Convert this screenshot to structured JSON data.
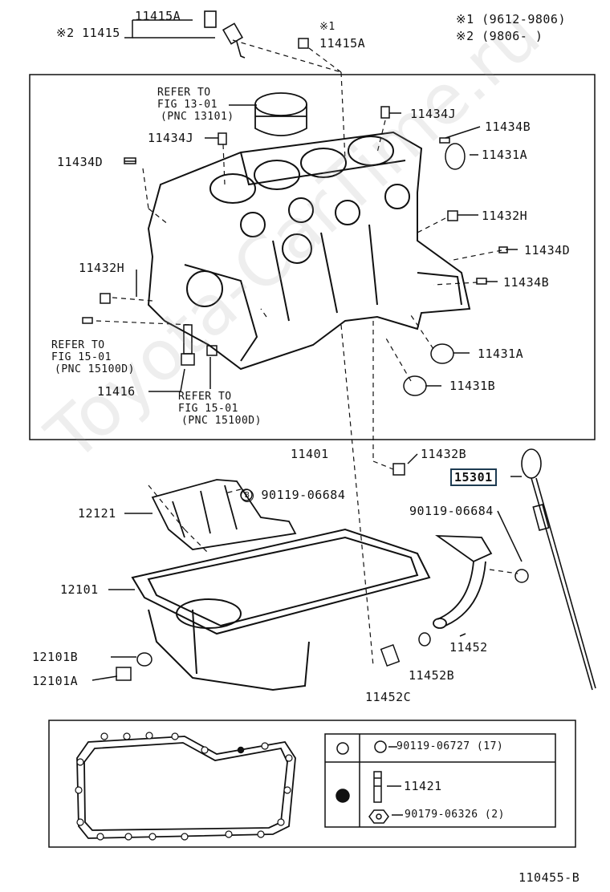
{
  "watermark": "Toyota-CarTime.ru",
  "notes": {
    "n1": "※1 (9612-9806)",
    "n2": "※2 (9806-     )"
  },
  "labels": {
    "p11415": "※2 11415",
    "p11415A_top": "11415A",
    "mark1": "※1",
    "p11415A": "11415A",
    "refer13_l1": "REFER TO",
    "refer13_l2": "FIG 13-01",
    "refer13_l3": "(PNC 13101)",
    "p11434J_top": "11434J",
    "p11434B_top": "11434B",
    "p11434J": "11434J",
    "p11431A_top": "11431A",
    "p11434D_left": "11434D",
    "p11432H_right": "11432H",
    "p11434D_right": "11434D",
    "p11432H_left": "11432H",
    "p11434B": "11434B",
    "refer15a_l1": "REFER TO",
    "refer15a_l2": "FIG 15-01",
    "refer15a_l3": "(PNC 15100D)",
    "p11431A": "11431A",
    "p11416": "11416",
    "p11431B": "11431B",
    "refer15b_l1": "REFER TO",
    "refer15b_l2": "FIG 15-01",
    "refer15b_l3": "(PNC 15100D)",
    "p11401": "11401",
    "p11432B": "11432B",
    "p15301": "15301",
    "p90119_a": "90119-06684",
    "p12121": "12121",
    "p90119_b": "90119-06684",
    "p12101": "12101",
    "p11452": "11452",
    "p12101B": "12101B",
    "p11452B": "11452B",
    "p12101A": "12101A",
    "p11452C": "11452C",
    "circle_b": "B"
  },
  "legend": {
    "row1_part": "90119-06727 (17)",
    "row2_part_a": "11421",
    "row2_part_b": "90179-06326 (2)"
  },
  "figure_id": "110455-B"
}
